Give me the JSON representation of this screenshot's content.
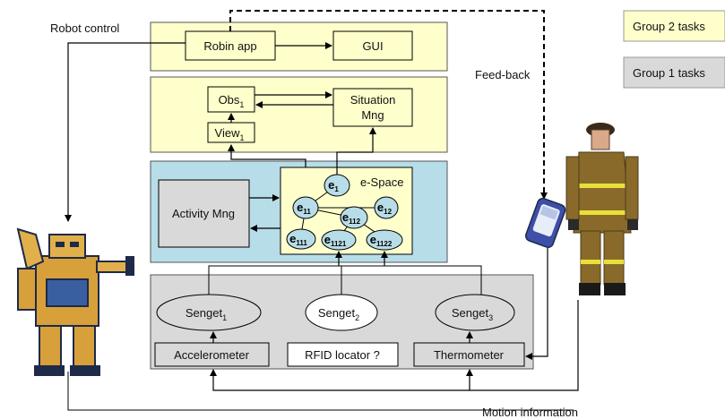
{
  "legend": {
    "group2": "Group 2 tasks",
    "group1": "Group 1 tasks",
    "group2_color": "#ffffcc",
    "group1_color": "#d9d9d9"
  },
  "labels": {
    "robot_control": "Robot control",
    "feedback": "Feed-back",
    "motion_information": "Motion information"
  },
  "top_layer": {
    "robin_app": "Robin app",
    "gui": "GUI"
  },
  "middle_layer": {
    "obs_base": "Obs",
    "obs_sub": "1",
    "view_base": "View",
    "view_sub": "1",
    "situation_line1": "Situation",
    "situation_line2": "Mng"
  },
  "espace_layer": {
    "activity": "Activity Mng",
    "espace_title": "e-Space",
    "color": "#b7dde8",
    "nodes": [
      {
        "base": "e",
        "sub": "1"
      },
      {
        "base": "e",
        "sub": "11"
      },
      {
        "base": "e",
        "sub": "12"
      },
      {
        "base": "e",
        "sub": "112"
      },
      {
        "base": "e",
        "sub": "111"
      },
      {
        "base": "e",
        "sub": "1121"
      },
      {
        "base": "e",
        "sub": "1122"
      }
    ]
  },
  "sensor_layer": {
    "sengets": [
      {
        "base": "Senget",
        "sub": "1"
      },
      {
        "base": "Senget",
        "sub": "2"
      },
      {
        "base": "Senget",
        "sub": "3"
      }
    ],
    "sensors": [
      "Accelerometer",
      "RFID locator ?",
      "Thermometer"
    ]
  }
}
